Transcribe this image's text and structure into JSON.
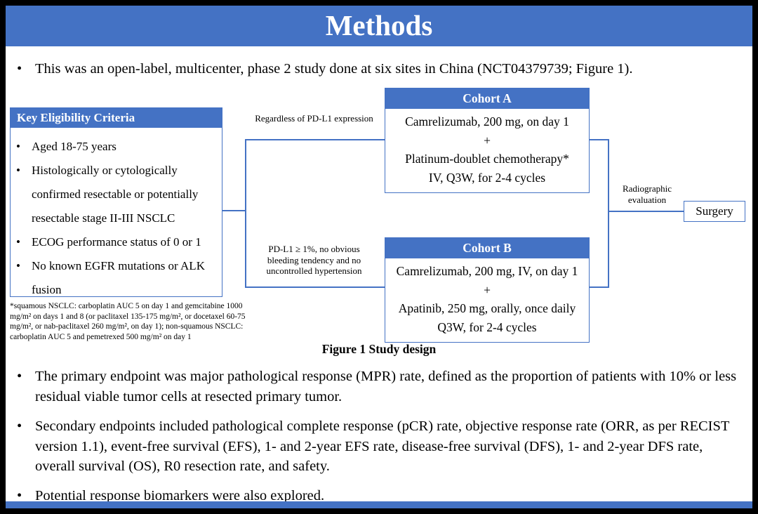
{
  "slide": {
    "title": "Methods",
    "intro_bullet": "This was an open-label, multicenter, phase 2 study done at six sites in China (NCT04379739; Figure 1).",
    "figure": {
      "eligibility": {
        "header": "Key Eligibility Criteria",
        "items": [
          "Aged 18-75 years",
          "Histologically or cytologically confirmed resectable or potentially resectable stage II-III NSCLC",
          "ECOG performance status of 0 or 1",
          "No known EGFR mutations or ALK fusion"
        ]
      },
      "footnote": "*squamous NSCLC: carboplatin AUC 5 on day 1 and gemcitabine 1000 mg/m² on days 1 and 8 (or paclitaxel 135-175 mg/m², or docetaxel 60-75 mg/m², or nab-paclitaxel 260 mg/m², on day 1); non-squamous NSCLC: carboplatin AUC 5 and pemetrexed 500 mg/m² on day 1",
      "branch_top_label": "Regardless of PD-L1 expression",
      "branch_bottom_label": "PD-L1 ≥ 1%, no obvious bleeding tendency and no uncontrolled hypertension",
      "cohort_a": {
        "header": "Cohort A",
        "lines": [
          "Camrelizumab, 200 mg, on day 1",
          "+",
          "Platinum-doublet chemotherapy*",
          "IV, Q3W, for 2-4 cycles"
        ]
      },
      "cohort_b": {
        "header": "Cohort B",
        "lines": [
          "Camrelizumab, 200 mg, IV, on day 1",
          "+",
          "Apatinib, 250 mg, orally, once daily",
          "Q3W, for 2-4 cycles"
        ]
      },
      "radiographic_label": "Radiographic evaluation",
      "surgery_label": "Surgery",
      "caption": "Figure 1 Study design"
    },
    "bullets": [
      "The primary endpoint was major pathological response (MPR) rate, defined as the proportion of patients with 10% or less residual viable tumor cells at resected primary tumor.",
      "Secondary endpoints included pathological complete response (pCR) rate, objective response rate (ORR, as per RECIST version 1.1), event-free survival (EFS), 1- and 2-year EFS rate, disease-free survival (DFS), 1- and 2-year DFS rate, overall survival (OS), R0 resection rate, and safety.",
      "Potential response biomarkers were also explored."
    ],
    "colors": {
      "accent_blue": "#4472C4",
      "slide_border": "#000000"
    }
  }
}
